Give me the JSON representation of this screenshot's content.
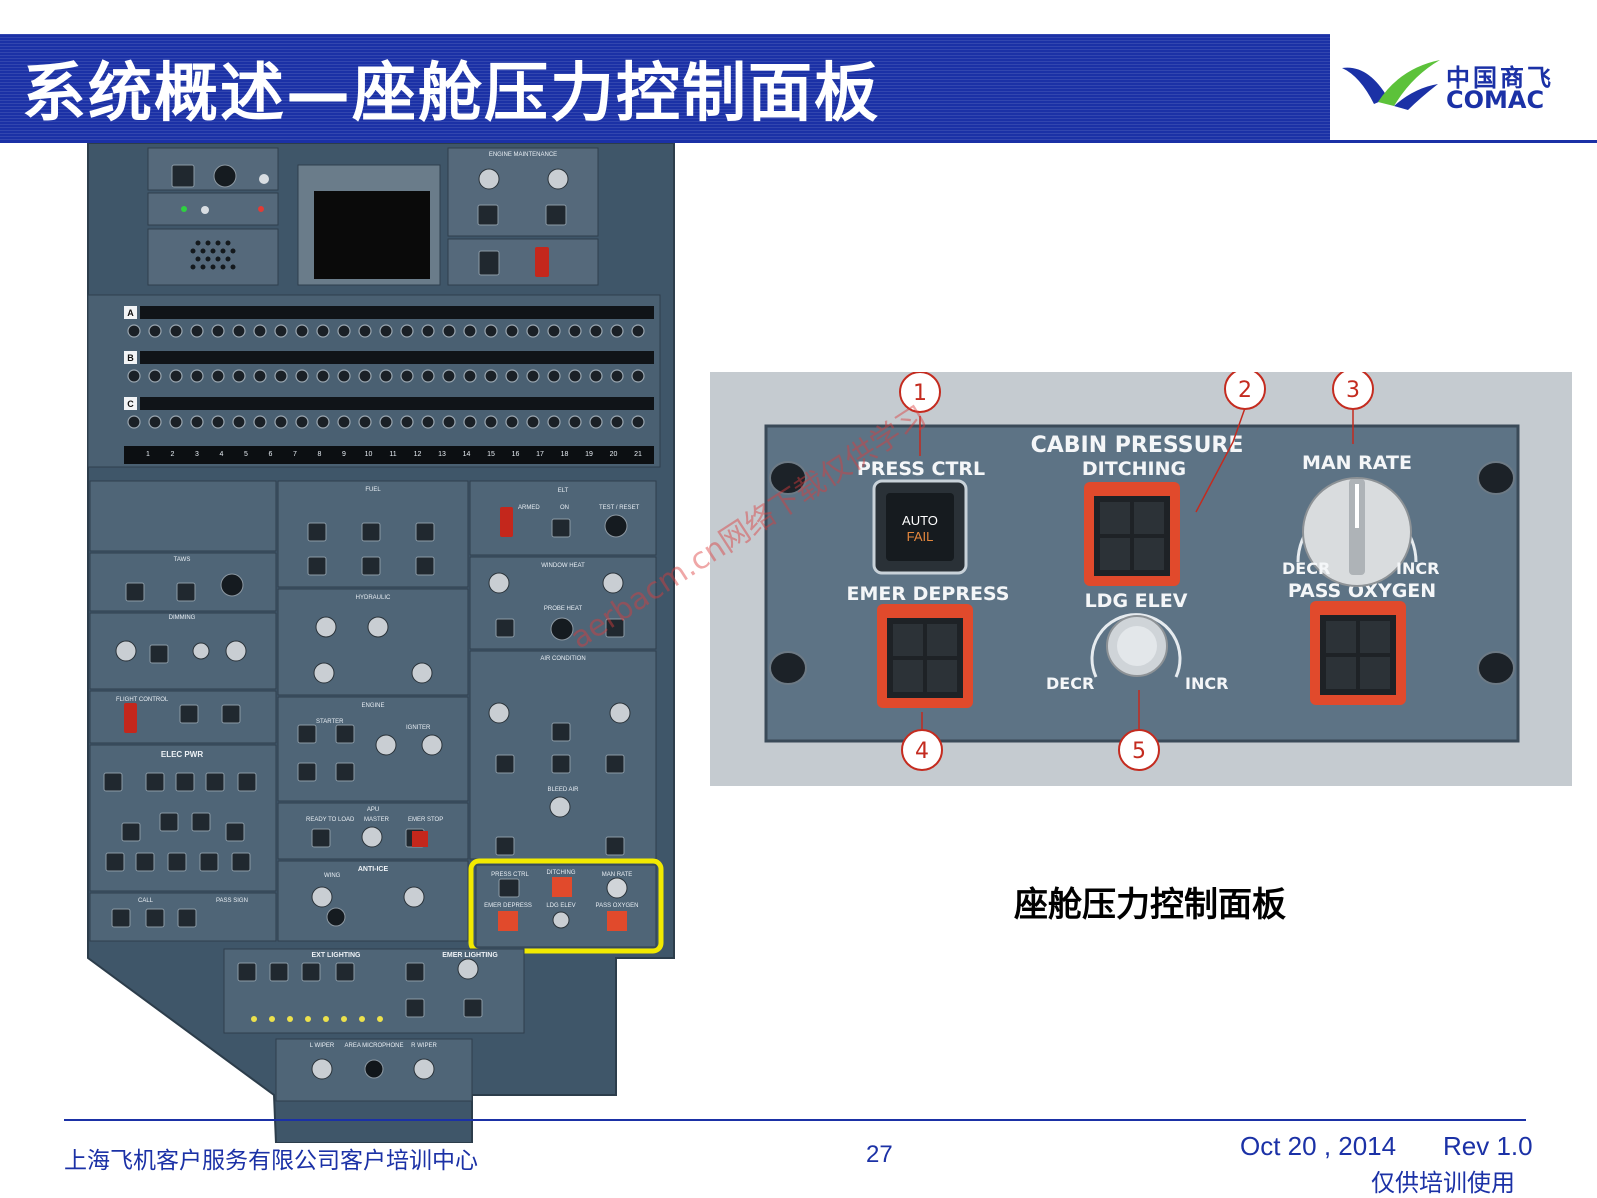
{
  "slide": {
    "title": "系统概述—座舱压力控制面板",
    "logo_cn": "中国商飞",
    "logo_en": "COMAC",
    "caption": "座舱压力控制面板",
    "watermark": "aerbacm.cn网络下载仅供学习"
  },
  "overhead_panel": {
    "cb_rows": [
      "A",
      "B",
      "C"
    ],
    "cb_numbers": [
      "1",
      "2",
      "3",
      "4",
      "5",
      "6",
      "7",
      "8",
      "9",
      "10",
      "11",
      "12",
      "13",
      "14",
      "15",
      "16",
      "17",
      "18",
      "19",
      "20",
      "21"
    ],
    "labels": {
      "engine_maintenance": "ENGINE MAINTENANCE",
      "fuel": "FUEL",
      "hydraulic": "HYDRAULIC",
      "engine": "ENGINE",
      "starter": "STARTER",
      "igniter": "IGNITER",
      "apu": "APU",
      "anti_ice": "ANTI-ICE",
      "elec_pwr": "ELEC PWR",
      "call": "CALL",
      "pass_sign": "PASS SIGN",
      "ext_lighting": "EXT LIGHTING",
      "emer_lighting": "EMER LIGHTING",
      "window_heat": "WINDOW HEAT",
      "probe_heat": "PROBE HEAT",
      "air_condition": "AIR CONDITION",
      "bleed_air": "BLEED AIR",
      "elt": "ELT",
      "dimming": "DIMMING",
      "taws": "TAWS",
      "l_wiper": "L WIPER",
      "r_wiper": "R WIPER",
      "area_microphone": "AREA MICROPHONE",
      "flight_control": "FLIGHT CONTROL",
      "ready_to_load": "READY TO LOAD",
      "emer_stop": "EMER STOP",
      "master": "MASTER",
      "wing": "WING",
      "armed": "ARMED",
      "on": "ON",
      "test_reset": "TEST / RESET",
      "press_ctrl_small": "PRESS CTRL",
      "man_rate_small": "MAN RATE",
      "emer_depress_small": "EMER DEPRESS",
      "ldg_elev_small": "LDG ELEV",
      "pass_oxygen_small": "PASS OXYGEN",
      "ditching_small": "DITCHING"
    },
    "highlight_color": "#f2ea00"
  },
  "cabin_panel": {
    "title": "CABIN PRESSURE",
    "press_ctrl": "PRESS CTRL",
    "press_ctrl_btn_top": "AUTO",
    "press_ctrl_btn_bottom": "FAIL",
    "ditching": "DITCHING",
    "man_rate": "MAN RATE",
    "emer_depress": "EMER DEPRESS",
    "ldg_elev": "LDG ELEV",
    "pass_oxygen": "PASS OXYGEN",
    "decr": "DECR",
    "incr": "INCR",
    "callouts": [
      "1",
      "2",
      "3",
      "4",
      "5"
    ],
    "guard_color": "#e14a2c",
    "panel_color": "#5d7385"
  },
  "footer": {
    "org": "上海飞机客户服务有限公司客户培训中心",
    "page": "27",
    "date": "Oct 20 , 2014",
    "rev": "Rev 1.0",
    "usage": "仅供培训使用"
  }
}
